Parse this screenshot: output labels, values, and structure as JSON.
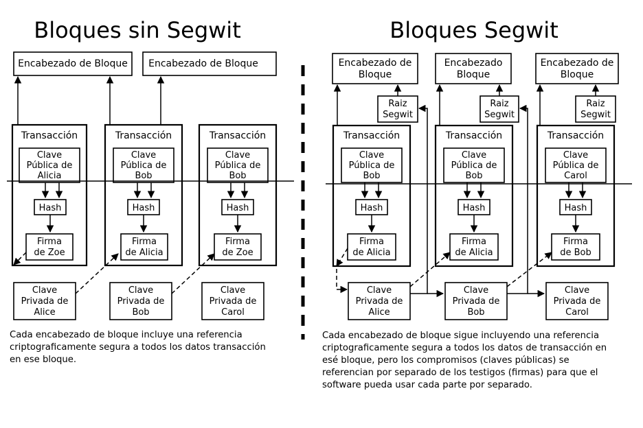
{
  "left": {
    "title": "Bloques sin Segwit",
    "headers": [
      "Encabezado de Bloque",
      "Encabezado de Bloque"
    ],
    "transactions": [
      {
        "title": "Transacción",
        "pubkey": [
          "Clave",
          "Pública de",
          "Alicia"
        ],
        "hash": "Hash",
        "sig": [
          "Firma",
          "de Zoe"
        ]
      },
      {
        "title": "Transacción",
        "pubkey": [
          "Clave",
          "Pública de",
          "Bob"
        ],
        "hash": "Hash",
        "sig": [
          "Firma",
          "de Alicia"
        ]
      },
      {
        "title": "Transacción",
        "pubkey": [
          "Clave",
          "Pública de",
          "Bob"
        ],
        "hash": "Hash",
        "sig": [
          "Firma",
          "de Zoe"
        ]
      }
    ],
    "private_keys": [
      [
        "Clave",
        "Privada de",
        "Alice"
      ],
      [
        "Clave",
        "Privada de",
        "Bob"
      ],
      [
        "Clave",
        "Privada de",
        "Carol"
      ]
    ],
    "caption": [
      "Cada encabezado de bloque incluye una referencia",
      "criptograficamente segura a todos los datos transacción",
      "en ese bloque."
    ]
  },
  "right": {
    "title": "Bloques Segwit",
    "headers": [
      [
        "Encabezado de",
        "Bloque"
      ],
      [
        "Encabezado",
        "Bloque"
      ],
      [
        "Encabezado de",
        "Bloque"
      ]
    ],
    "roots": [
      [
        "Raiz",
        "Segwit"
      ],
      [
        "Raiz",
        "Segwit"
      ],
      [
        "Raiz",
        "Segwit"
      ]
    ],
    "transactions": [
      {
        "title": "Transacción",
        "pubkey": [
          "Clave",
          "Pública de",
          "Bob"
        ],
        "hash": "Hash",
        "sig": [
          "Firma",
          "de Alicia"
        ]
      },
      {
        "title": "Transacción",
        "pubkey": [
          "Clave",
          "Pública de",
          "Bob"
        ],
        "hash": "Hash",
        "sig": [
          "Firma",
          "de Alicia"
        ]
      },
      {
        "title": "Transacción",
        "pubkey": [
          "Clave",
          "Pública de",
          "Carol"
        ],
        "hash": "Hash",
        "sig": [
          "Firma",
          "de Bob"
        ]
      }
    ],
    "private_keys": [
      [
        "Clave",
        "Privada de",
        "Alice"
      ],
      [
        "Clave",
        "Privada de",
        "Bob"
      ],
      [
        "Clave",
        "Privada de",
        "Carol"
      ]
    ],
    "caption": [
      "Cada encabezado de bloque sigue incluyendo una referencia",
      "criptograficamente segura a todos los datos de transacción en",
      "esé bloque, pero los compromisos (claves públicas) se",
      "referencian por separado de los testigos (firmas) para que el",
      "software pueda usar cada parte por separado."
    ]
  }
}
